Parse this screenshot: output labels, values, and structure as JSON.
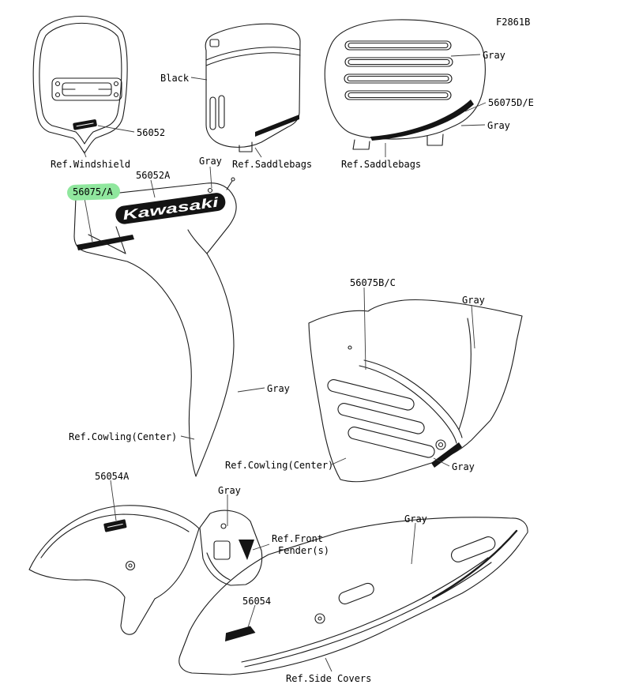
{
  "figure": {
    "code": "F2861B"
  },
  "brand_logo_text": "Kawasaki",
  "highlight_color": "#90e79e",
  "line_color": "#1c1c1c",
  "sections": {
    "windshield": {
      "part": "56052",
      "ref": "Ref.Windshield"
    },
    "saddlebag_front": {
      "color_black": "Black",
      "ref": "Ref.Saddlebags"
    },
    "saddlebag_side": {
      "color_gray_lid": "Gray",
      "part": "56075D/E",
      "color_gray_lower": "Gray",
      "ref": "Ref.Saddlebags"
    },
    "cowling_center_left": {
      "color_gray_top": "Gray",
      "part_upper": "56052A",
      "part_highlighted": "56075/A",
      "color_gray_blade": "Gray",
      "ref": "Ref.Cowling(Center)"
    },
    "cowling_center_right": {
      "part": "56075B/C",
      "color_gray_upper": "Gray",
      "color_gray_lower": "Gray",
      "ref": "Ref.Cowling(Center)"
    },
    "front_fender": {
      "part": "56054A",
      "color_gray": "Gray",
      "ref_line1": "Ref.Front",
      "ref_line2": "Fender(s)"
    },
    "side_cover": {
      "color_gray": "Gray",
      "part": "56054",
      "ref": "Ref.Side Covers"
    }
  }
}
